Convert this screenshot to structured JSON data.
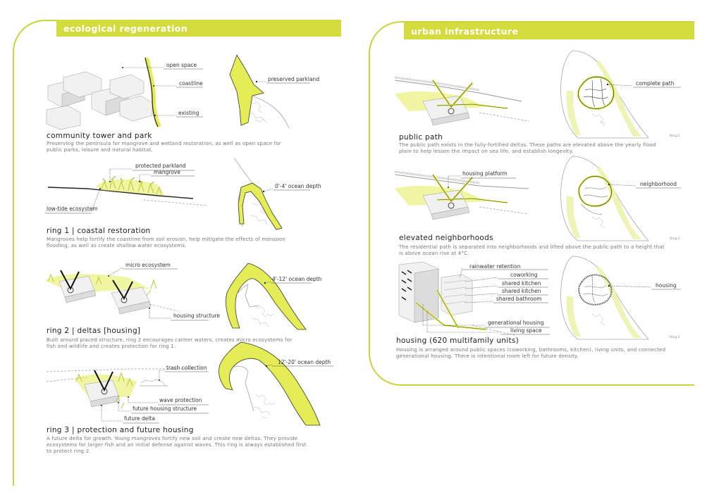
{
  "left": {
    "header": "ecological regeneration",
    "sections": [
      {
        "title": "community tower and park",
        "description": "Preserving the peninsula for mangrove and wetland restoration, as well as open space for public parks, leisure and natural habitat.",
        "labels": [
          "open space",
          "coastline",
          "existing"
        ],
        "map_label": "preserved parkland"
      },
      {
        "title": "ring 1 | coastal restoration",
        "description": "Mangroves help fortify the coastline from soil erosion, help mitigate the effects of monsoon flooding, as well as create shallow water ecosystems.",
        "labels": [
          "protected parkland",
          "mangrove",
          "low-tide ecosystem"
        ],
        "map_label": "0'-4' ocean depth"
      },
      {
        "title": "ring 2 | deltas [housing]",
        "description": "Built around placed structure, ring 2 encourages calmer waters, creates micro ecosystems for fish and wildlife and creates protection for ring 1.",
        "labels": [
          "micro ecosystem",
          "housing structure"
        ],
        "map_label": "4'-12' ocean depth"
      },
      {
        "title": "ring 3 | protection and future housing",
        "description": "A future delta for growth. Young mangroves fortify new soil and create new deltas. They provide ecosystems for larger fish and an initial defense against waves. This ring is always established first to protect ring 2.",
        "labels": [
          "trash collection",
          "wave protection",
          "future housing structure",
          "future delta"
        ],
        "map_label": "12'-20' ocean depth"
      }
    ]
  },
  "right": {
    "header": "urban infrastructure",
    "sections": [
      {
        "title": "public path",
        "description": "The public path exists in the fully-fortified deltas. These paths are elevated above the yearly flood plain to help lessen the impact on sea life, and establish longevity.",
        "labels": [],
        "map_label": "complete path",
        "ring_note": "Ring 2"
      },
      {
        "title": "elevated neighborhoods",
        "description": "The residential path is separated into neighborhoods and lifted above the public path to a height that is above ocean rise at 4°C.",
        "labels": [
          "housing platform"
        ],
        "map_label": "neighborhood",
        "ring_note": "Ring 2"
      },
      {
        "title": "housing (620 multifamily units)",
        "description": "Housing is arranged around public spaces (coworking, bathrooms, kitchen), living units, and connected generational housing. There is intentional room left for future density.",
        "labels": [
          "rainwater retention",
          "coworking",
          "shared kitchen",
          "shared kitchen",
          "shared bathroom",
          "generational housing",
          "living space"
        ],
        "map_label": "housing",
        "ring_note": "Ring 2"
      }
    ]
  },
  "colors": {
    "accent": "#d3dc3c",
    "lime": "#e4ec56",
    "pale": "#eef3b6",
    "text": "#2a2a2a",
    "body": "#777777"
  }
}
